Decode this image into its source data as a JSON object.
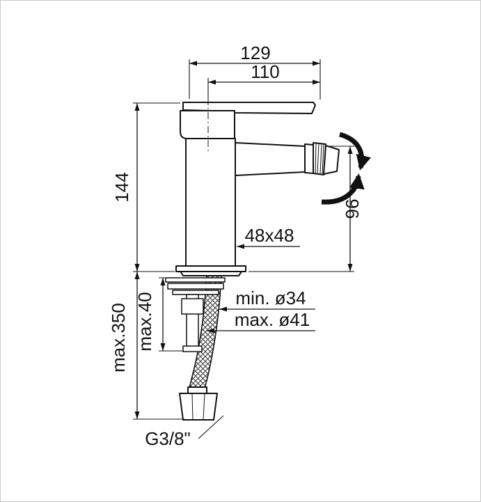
{
  "drawing": {
    "line_color": "#111111",
    "background_color": "#ffffff",
    "dimensions": {
      "overall_width": "129",
      "spout_projection": "110",
      "body_height": "144",
      "spout_height": "96",
      "base_section": "48x48",
      "hose_length": "max.350",
      "deck_thickness": "max.40",
      "hole_diameter_min": "min. ø34",
      "hole_diameter_max": "max. ø41",
      "hose_thread": "G3/8\""
    }
  }
}
